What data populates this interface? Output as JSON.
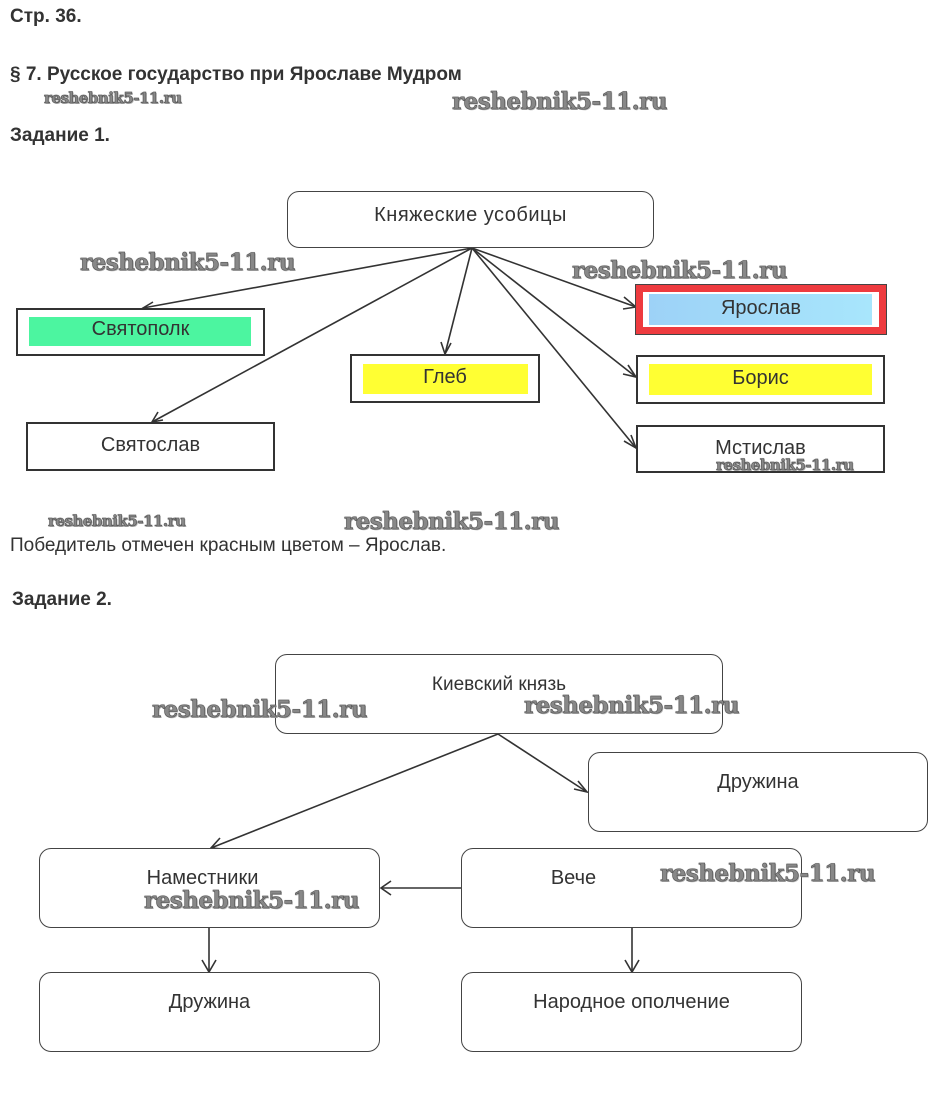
{
  "page": {
    "page_ref": "Стр. 36.",
    "section_title": "§ 7. Русское государство при Ярославе Мудром",
    "watermark": "reshebnik5-11.ru"
  },
  "task1": {
    "title": "Задание 1.",
    "root": "Княжеские усобицы",
    "nodes": [
      {
        "label": "Святополк",
        "highlight": "#4cf5a0"
      },
      {
        "label": "Глеб",
        "highlight": "#ffff33"
      },
      {
        "label": "Святослав",
        "highlight": null
      },
      {
        "label": "Ярослав",
        "highlight": "#a6e4fb",
        "border": "#ee3b3f"
      },
      {
        "label": "Борис",
        "highlight": "#ffff33"
      },
      {
        "label": "Мстислав",
        "highlight": null
      }
    ],
    "conclusion": "Победитель отмечен красным цветом – Ярослав."
  },
  "task2": {
    "title": "Задание 2.",
    "root": "Киевский князь",
    "nodes": {
      "druzhina_top": "Дружина",
      "namestniki": "Наместники",
      "veche": "Вече",
      "druzhina_bottom": "Дружина",
      "opolchenie": "Народное ополчение"
    }
  }
}
